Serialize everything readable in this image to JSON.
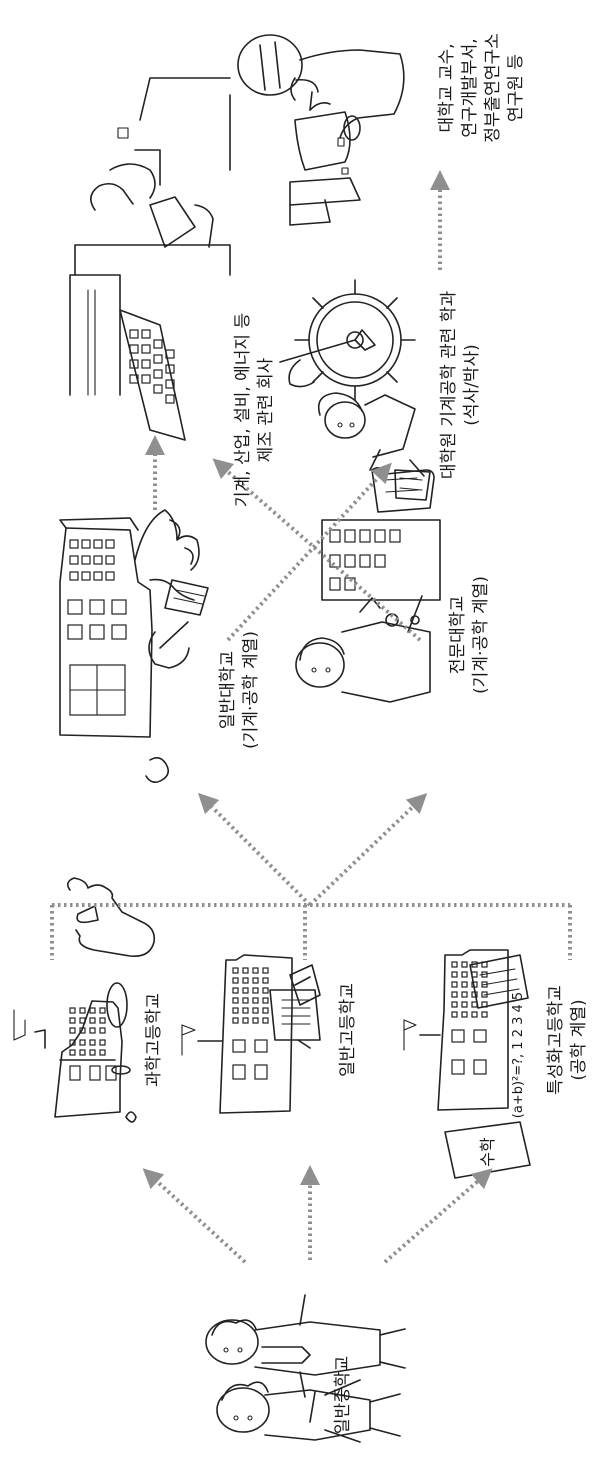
{
  "nodes": {
    "middle_school": {
      "line1": "일반중학교"
    },
    "science_hs": {
      "line1": "과학고등학교"
    },
    "general_hs": {
      "line1": "일반고등학교"
    },
    "specialized_hs": {
      "line1": "특성화고등학교",
      "line2": "(공학 계열)"
    },
    "university": {
      "line1": "일반대학교",
      "line2": "(기계·공학 계열)"
    },
    "college": {
      "line1": "전문대학교",
      "line2": "(기계·공학 계열)"
    },
    "company": {
      "line1": "기계, 산업, 설비, 에너지 등",
      "line2": "제조 관련 회사"
    },
    "grad_school": {
      "line1": "대학원 기계공학 관련 학과",
      "line2": "(석사/박사)"
    },
    "researcher": {
      "line1": "대학교 교수,",
      "line2": "연구개발부서,",
      "line3": "정부출연연구소",
      "line4": "연구원 등"
    }
  },
  "illustration_text": {
    "book_label": "수학",
    "equation": "(a+b)²=?, 1 2 3 4 5"
  },
  "colors": {
    "arrow": "#8f8f8f",
    "ink": "#222222"
  }
}
